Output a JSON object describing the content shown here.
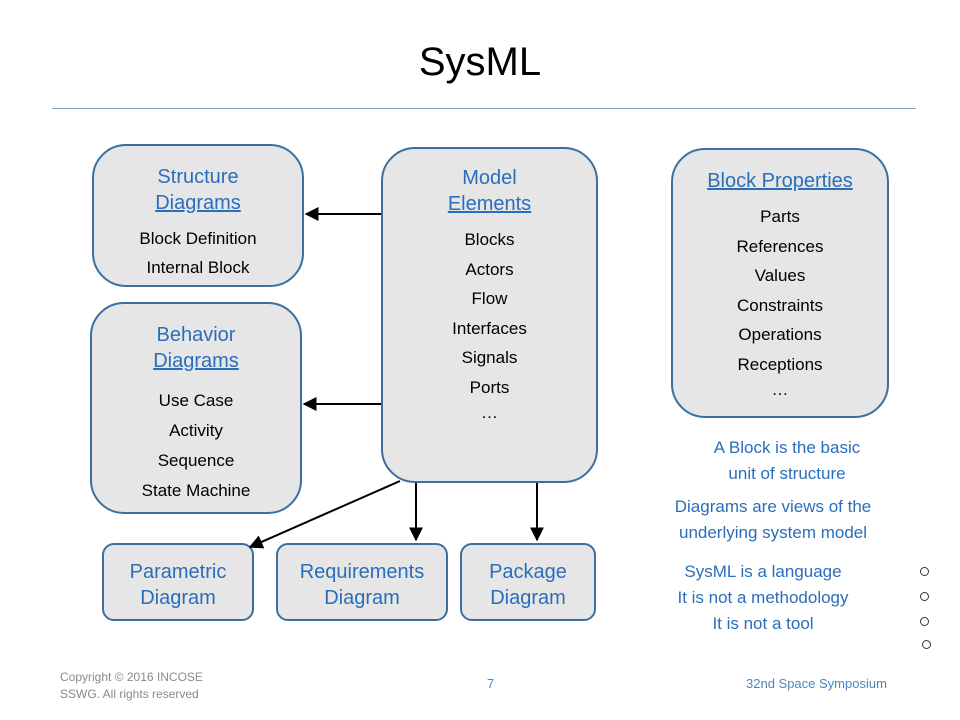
{
  "title": "SysML",
  "structure": {
    "heading_line1": "Structure",
    "heading_line2": "Diagrams",
    "items": [
      "Block Definition",
      "Internal Block"
    ]
  },
  "behavior": {
    "heading_line1": "Behavior",
    "heading_line2": "Diagrams",
    "items": [
      "Use Case",
      "Activity",
      "Sequence",
      "State Machine"
    ]
  },
  "model": {
    "heading_line1": "Model",
    "heading_line2": "Elements",
    "items": [
      "Blocks",
      "Actors",
      "Flow",
      "Interfaces",
      "Signals",
      "Ports",
      "…"
    ]
  },
  "block_props": {
    "heading": "Block Properties",
    "items": [
      "Parts",
      "References",
      "Values",
      "Constraints",
      "Operations",
      "Receptions",
      "…"
    ]
  },
  "bottom": {
    "parametric_line1": "Parametric",
    "parametric_line2": "Diagram",
    "requirements_line1": "Requirements",
    "requirements_line2": "Diagram",
    "package_line1": "Package",
    "package_line2": "Diagram"
  },
  "notes": {
    "block_line1": "A Block is the basic",
    "block_line2": "unit of structure",
    "diagrams_line1": "Diagrams are views of the",
    "diagrams_line2": "underlying system model",
    "lang_line1": "SysML is a language",
    "lang_line2": "It is not a methodology",
    "lang_line3": "It is not a tool"
  },
  "footer": {
    "copyright_line1": "Copyright © 2016 INCOSE",
    "copyright_line2": "SSWG. All rights reserved",
    "page_number": "7",
    "event": "32nd Space Symposium"
  }
}
